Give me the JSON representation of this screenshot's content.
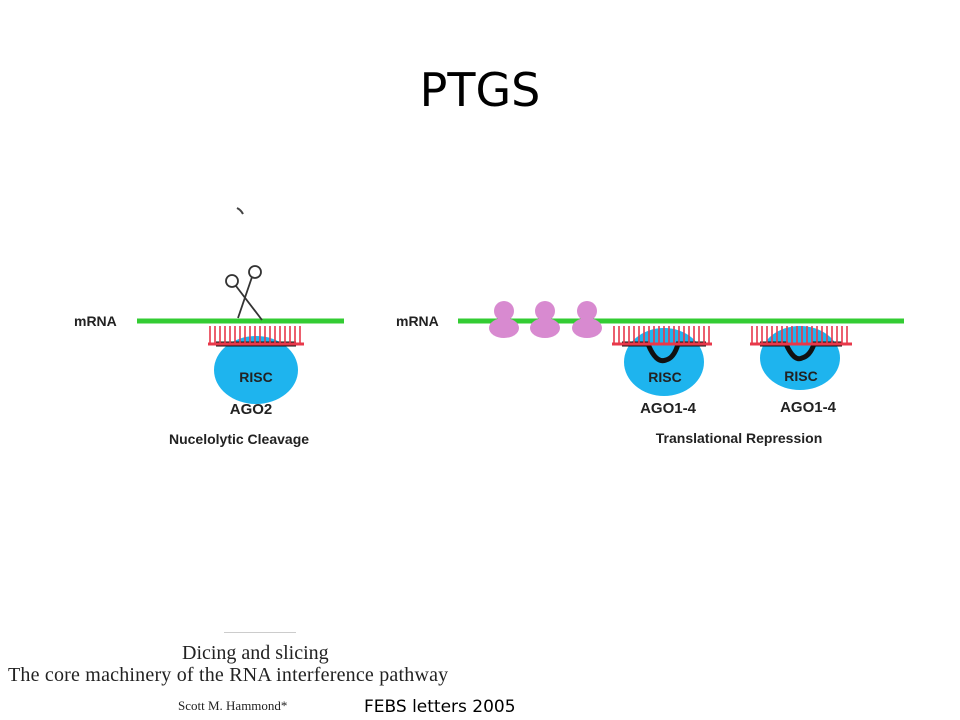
{
  "title": "PTGS",
  "colors": {
    "mrna": "#33cc33",
    "risc": "#1eb4ee",
    "strand": "#e8384a",
    "ribosome": "#d88ad0",
    "label": "#222222"
  },
  "left_panel": {
    "mrna_label": "mRNA",
    "complex_label": "RISC",
    "protein_label": "AGO2",
    "mechanism_label": "Nucelolytic Cleavage",
    "icon": "scissors-icon"
  },
  "right_panel": {
    "mrna_label": "mRNA",
    "complex_labels": [
      "RISC",
      "RISC"
    ],
    "protein_labels": [
      "AGO1-4",
      "AGO1-4"
    ],
    "mechanism_label": "Translational Repression"
  },
  "reference": {
    "line1": "Dicing and slicing",
    "line2": "The core machinery of the RNA interference pathway",
    "author": "Scott M. Hammond*",
    "journal": "FEBS letters 2005"
  }
}
